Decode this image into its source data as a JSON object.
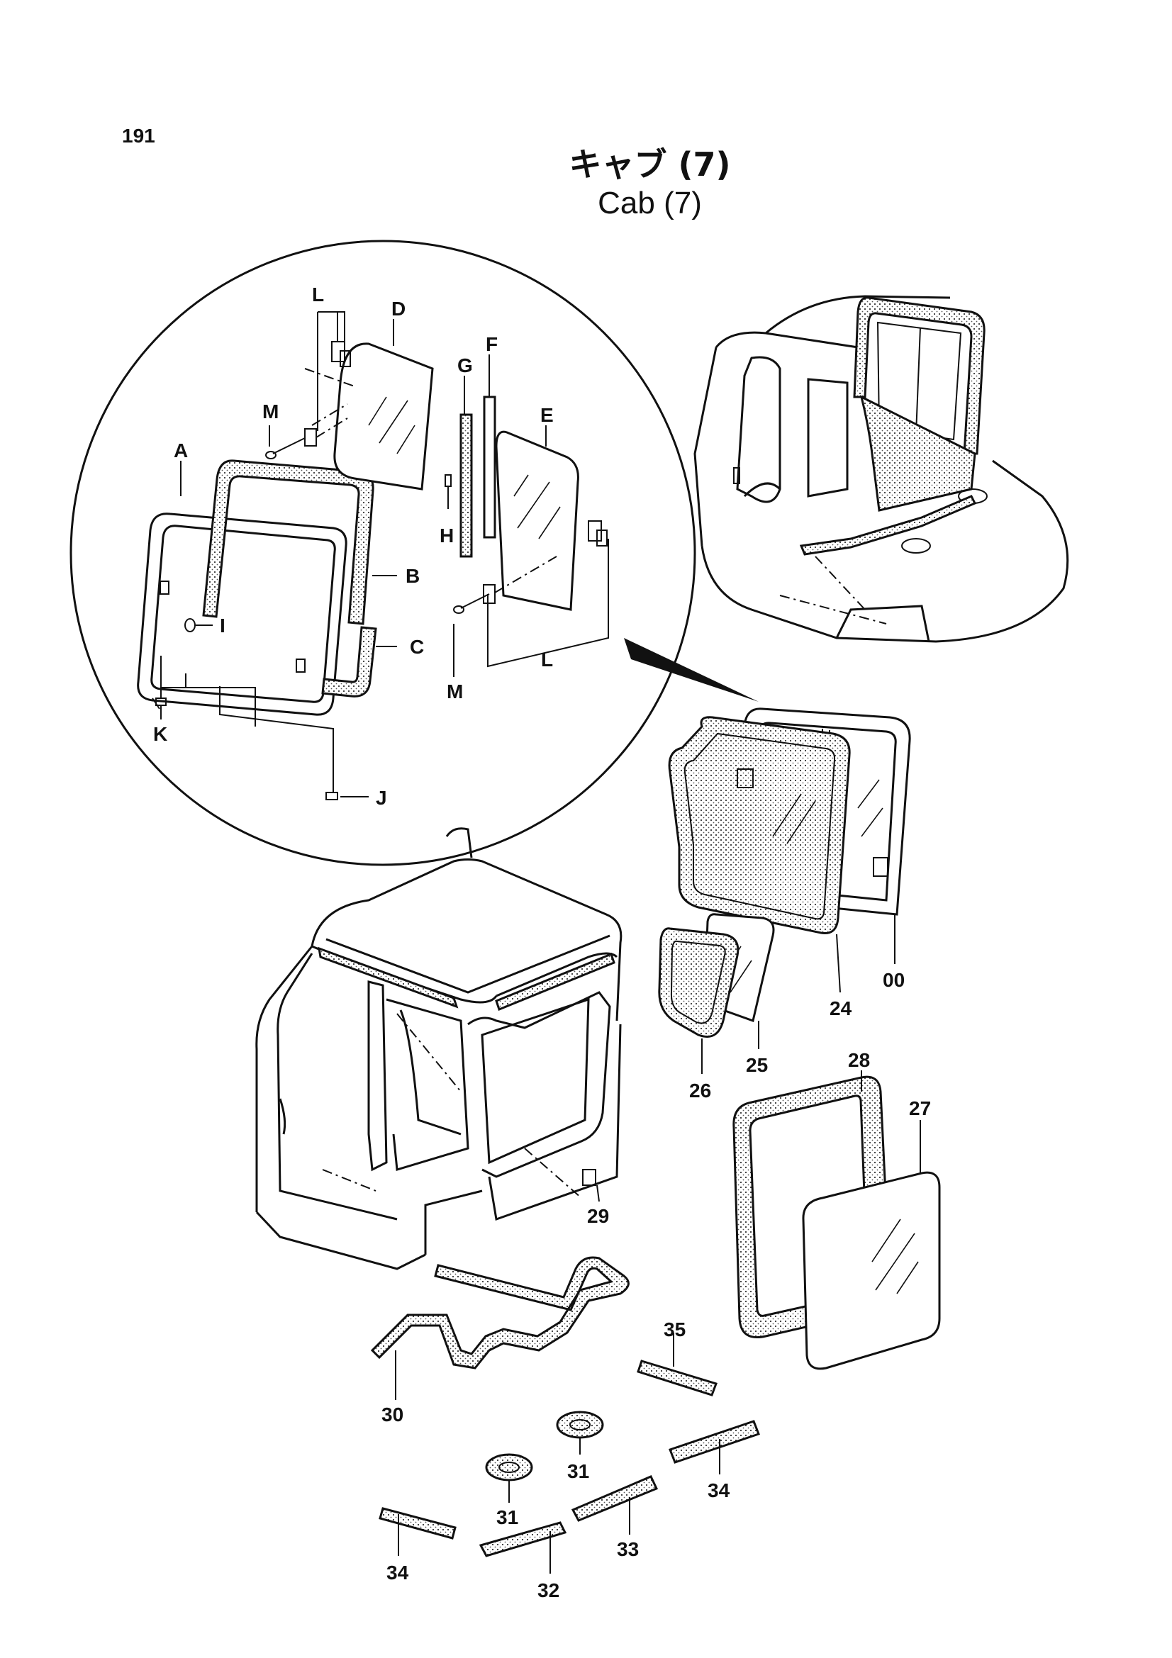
{
  "page_number": "191",
  "title_jp": "キャブ (7)",
  "title_en": "Cab (7)",
  "detail_labels": {
    "A": "A",
    "B": "B",
    "C": "C",
    "D": "D",
    "E": "E",
    "F": "F",
    "G": "G",
    "H": "H",
    "I": "I",
    "J": "J",
    "K": "K",
    "L1": "L",
    "L2": "L",
    "M1": "M",
    "M2": "M"
  },
  "part_labels": {
    "p00": "00",
    "p24": "24",
    "p25": "25",
    "p26": "26",
    "p27": "27",
    "p28": "28",
    "p29": "29",
    "p30": "30",
    "p31a": "31",
    "p31b": "31",
    "p32": "32",
    "p33": "33",
    "p34a": "34",
    "p34b": "34",
    "p35": "35"
  }
}
